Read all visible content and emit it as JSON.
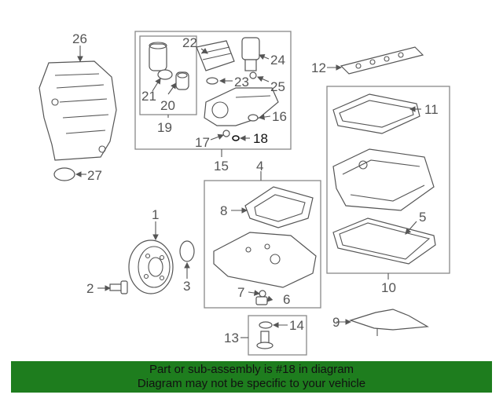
{
  "callouts": {
    "c1": "1",
    "c2": "2",
    "c3": "3",
    "c4": "4",
    "c5": "5",
    "c6": "6",
    "c7": "7",
    "c8": "8",
    "c9": "9",
    "c10": "10",
    "c11": "11",
    "c12": "12",
    "c13": "13",
    "c14": "14",
    "c15": "15",
    "c16": "16",
    "c17": "17",
    "c18": "18",
    "c19": "19",
    "c20": "20",
    "c21": "21",
    "c22": "22",
    "c23": "23",
    "c24": "24",
    "c25": "25",
    "c26": "26",
    "c27": "27"
  },
  "highlighted_part": "18",
  "banner": {
    "line1": "Part or sub-assembly is #18 in diagram",
    "line2": "Diagram may not be specific to your vehicle",
    "color": "#1e7d1e"
  }
}
